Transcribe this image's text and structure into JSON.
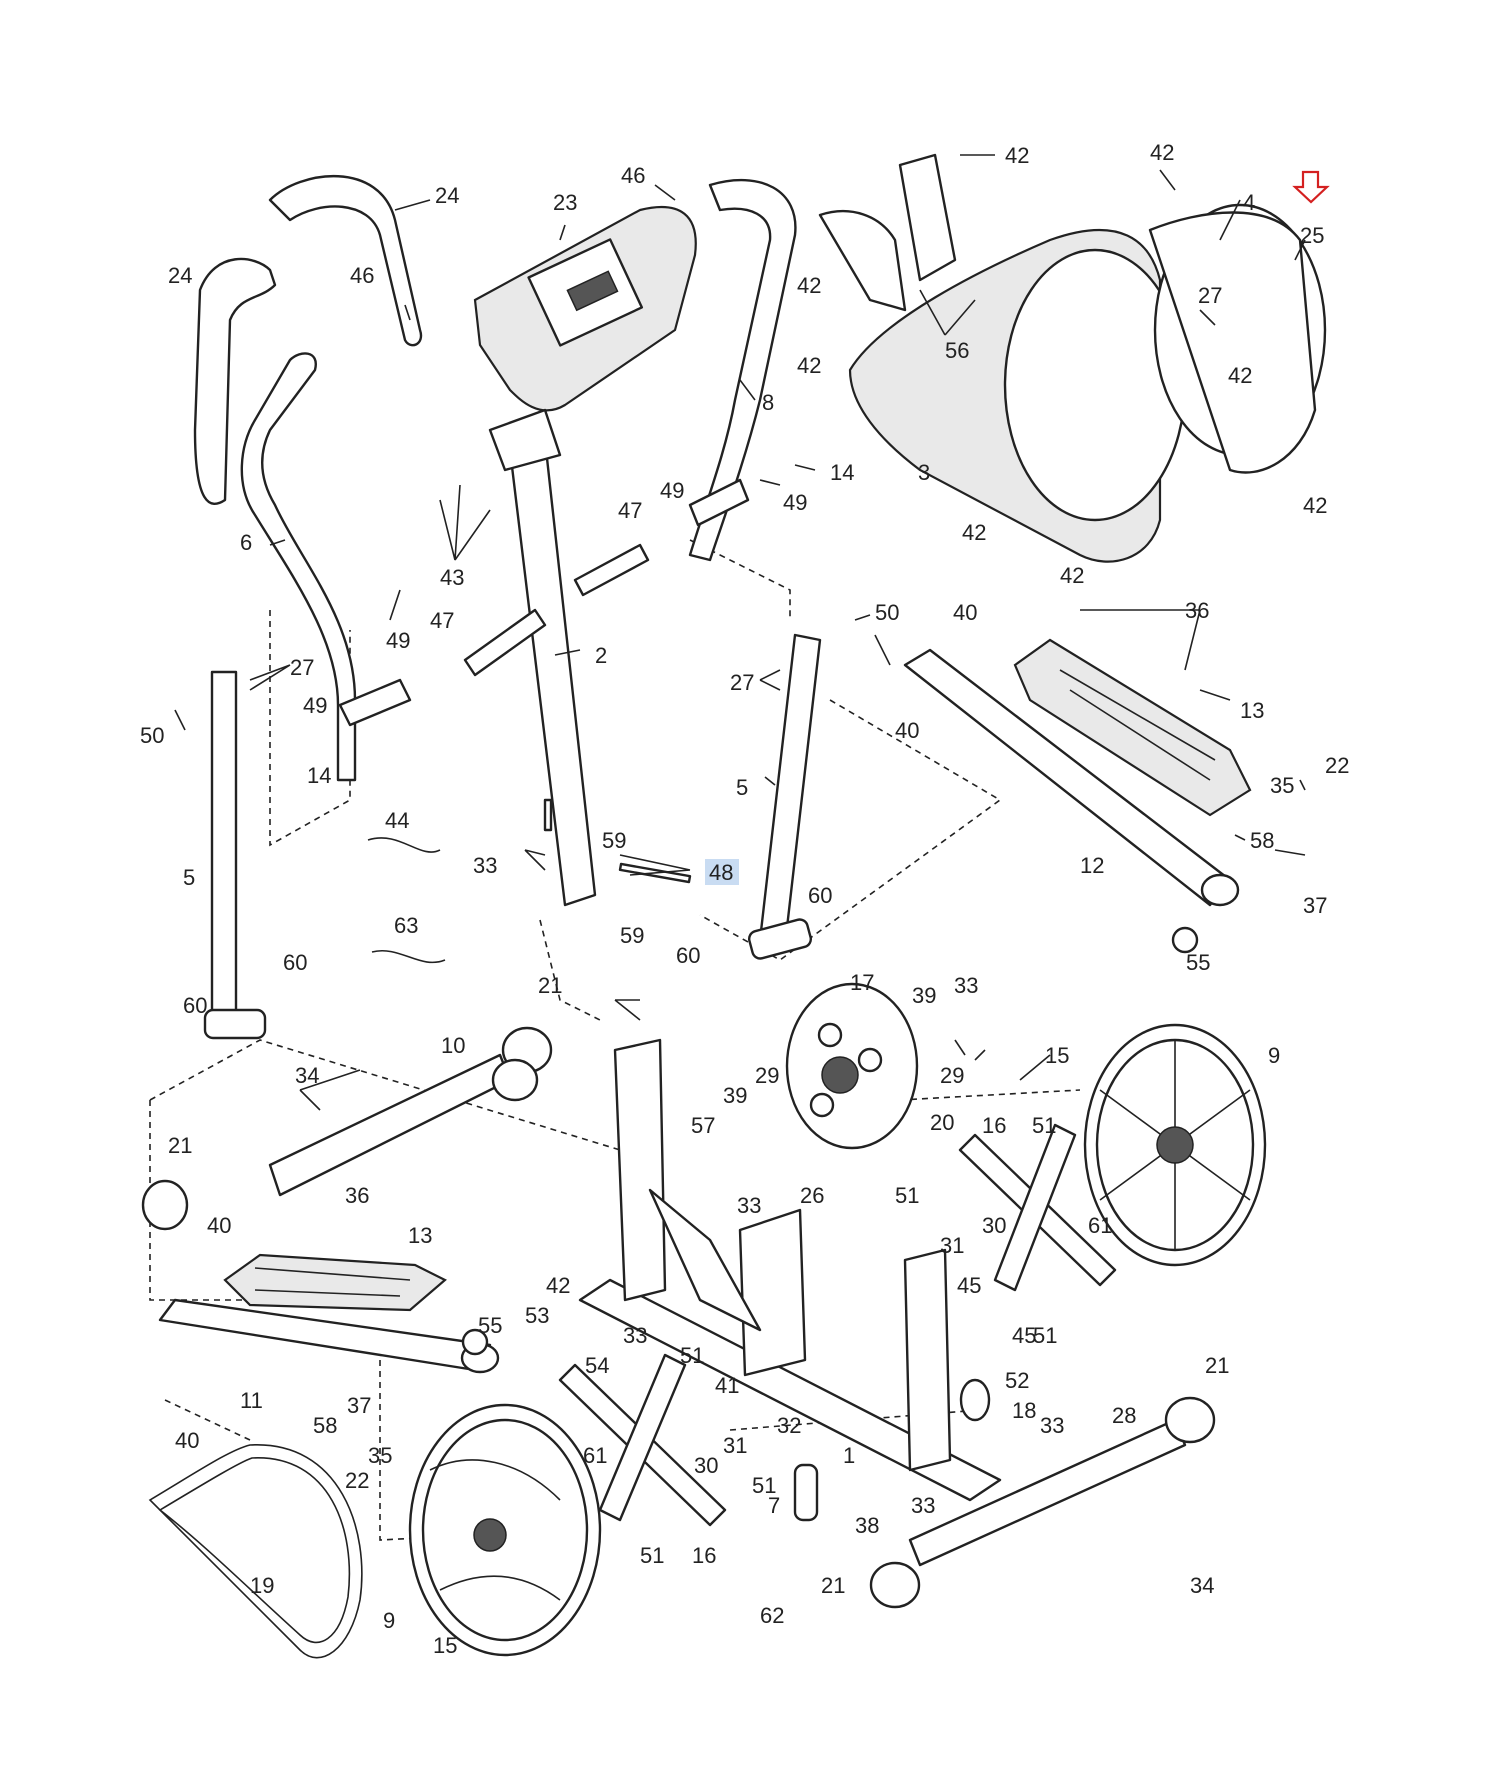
{
  "accent_color": "#d42020",
  "highlight_color": "#c9dcf2",
  "callouts": [
    {
      "id": "c0",
      "text": "42"
    },
    {
      "id": "c1",
      "text": "42"
    },
    {
      "id": "c2",
      "text": "4"
    },
    {
      "id": "c3",
      "text": "25"
    },
    {
      "id": "c4",
      "text": "46"
    },
    {
      "id": "c5",
      "text": "24"
    },
    {
      "id": "c6",
      "text": "23"
    },
    {
      "id": "c7",
      "text": "42"
    },
    {
      "id": "c8",
      "text": "27"
    },
    {
      "id": "c9",
      "text": "24"
    },
    {
      "id": "c10",
      "text": "46"
    },
    {
      "id": "c11",
      "text": "56"
    },
    {
      "id": "c12",
      "text": "42"
    },
    {
      "id": "c13",
      "text": "42"
    },
    {
      "id": "c14",
      "text": "8"
    },
    {
      "id": "c15",
      "text": "3"
    },
    {
      "id": "c16",
      "text": "14"
    },
    {
      "id": "c17",
      "text": "49"
    },
    {
      "id": "c18",
      "text": "47"
    },
    {
      "id": "c19",
      "text": "49"
    },
    {
      "id": "c20",
      "text": "42"
    },
    {
      "id": "c21",
      "text": "42"
    },
    {
      "id": "c22",
      "text": "6"
    },
    {
      "id": "c23",
      "text": "43"
    },
    {
      "id": "c24",
      "text": "42"
    },
    {
      "id": "c25",
      "text": "36"
    },
    {
      "id": "c26",
      "text": "50"
    },
    {
      "id": "c27",
      "text": "40"
    },
    {
      "id": "c28",
      "text": "2"
    },
    {
      "id": "c29",
      "text": "49"
    },
    {
      "id": "c30",
      "text": "47"
    },
    {
      "id": "c31",
      "text": "27"
    },
    {
      "id": "c32",
      "text": "27"
    },
    {
      "id": "c33",
      "text": "13"
    },
    {
      "id": "c34",
      "text": "40"
    },
    {
      "id": "c35",
      "text": "50"
    },
    {
      "id": "c36",
      "text": "49"
    },
    {
      "id": "c37",
      "text": "14"
    },
    {
      "id": "c38",
      "text": "5"
    },
    {
      "id": "c39",
      "text": "22"
    },
    {
      "id": "c40",
      "text": "35"
    },
    {
      "id": "c41",
      "text": "44"
    },
    {
      "id": "c42",
      "text": "59"
    },
    {
      "id": "c43",
      "text": "58"
    },
    {
      "id": "c44",
      "text": "33"
    },
    {
      "id": "c45",
      "text": "48"
    },
    {
      "id": "c46",
      "text": "12"
    },
    {
      "id": "c47",
      "text": "5"
    },
    {
      "id": "c48",
      "text": "37"
    },
    {
      "id": "c49",
      "text": "60"
    },
    {
      "id": "c50",
      "text": "59"
    },
    {
      "id": "c51",
      "text": "63"
    },
    {
      "id": "c52",
      "text": "55"
    },
    {
      "id": "c53",
      "text": "60"
    },
    {
      "id": "c54",
      "text": "60"
    },
    {
      "id": "c55",
      "text": "17"
    },
    {
      "id": "c56",
      "text": "39"
    },
    {
      "id": "c57",
      "text": "33"
    },
    {
      "id": "c58",
      "text": "21"
    },
    {
      "id": "c59",
      "text": "60"
    },
    {
      "id": "c60",
      "text": "15"
    },
    {
      "id": "c61",
      "text": "9"
    },
    {
      "id": "c62",
      "text": "10"
    },
    {
      "id": "c63",
      "text": "29"
    },
    {
      "id": "c64",
      "text": "34"
    },
    {
      "id": "c65",
      "text": "29"
    },
    {
      "id": "c66",
      "text": "39"
    },
    {
      "id": "c67",
      "text": "20"
    },
    {
      "id": "c68",
      "text": "16"
    },
    {
      "id": "c69",
      "text": "51"
    },
    {
      "id": "c70",
      "text": "57"
    },
    {
      "id": "c71",
      "text": "21"
    },
    {
      "id": "c72",
      "text": "26"
    },
    {
      "id": "c73",
      "text": "51"
    },
    {
      "id": "c74",
      "text": "61"
    },
    {
      "id": "c75",
      "text": "36"
    },
    {
      "id": "c76",
      "text": "33"
    },
    {
      "id": "c77",
      "text": "30"
    },
    {
      "id": "c78",
      "text": "40"
    },
    {
      "id": "c79",
      "text": "13"
    },
    {
      "id": "c80",
      "text": "31"
    },
    {
      "id": "c81",
      "text": "45"
    },
    {
      "id": "c82",
      "text": "42"
    },
    {
      "id": "c83",
      "text": "45"
    },
    {
      "id": "c84",
      "text": "53"
    },
    {
      "id": "c85",
      "text": "55"
    },
    {
      "id": "c86",
      "text": "33"
    },
    {
      "id": "c87",
      "text": "51"
    },
    {
      "id": "c88",
      "text": "54"
    },
    {
      "id": "c89",
      "text": "51"
    },
    {
      "id": "c90",
      "text": "52"
    },
    {
      "id": "c91",
      "text": "11"
    },
    {
      "id": "c92",
      "text": "41"
    },
    {
      "id": "c93",
      "text": "21"
    },
    {
      "id": "c94",
      "text": "37"
    },
    {
      "id": "c95",
      "text": "32"
    },
    {
      "id": "c96",
      "text": "18"
    },
    {
      "id": "c97",
      "text": "28"
    },
    {
      "id": "c98",
      "text": "33"
    },
    {
      "id": "c99",
      "text": "58"
    },
    {
      "id": "c100",
      "text": "31"
    },
    {
      "id": "c101",
      "text": "1"
    },
    {
      "id": "c102",
      "text": "40"
    },
    {
      "id": "c103",
      "text": "61"
    },
    {
      "id": "c104",
      "text": "35"
    },
    {
      "id": "c105",
      "text": "30"
    },
    {
      "id": "c106",
      "text": "22"
    },
    {
      "id": "c107",
      "text": "51"
    },
    {
      "id": "c108",
      "text": "33"
    },
    {
      "id": "c109",
      "text": "7"
    },
    {
      "id": "c110",
      "text": "38"
    },
    {
      "id": "c111",
      "text": "51"
    },
    {
      "id": "c112",
      "text": "16"
    },
    {
      "id": "c113",
      "text": "21"
    },
    {
      "id": "c114",
      "text": "34"
    },
    {
      "id": "c115",
      "text": "19"
    },
    {
      "id": "c116",
      "text": "62"
    },
    {
      "id": "c117",
      "text": "9"
    },
    {
      "id": "c118",
      "text": "15"
    }
  ]
}
